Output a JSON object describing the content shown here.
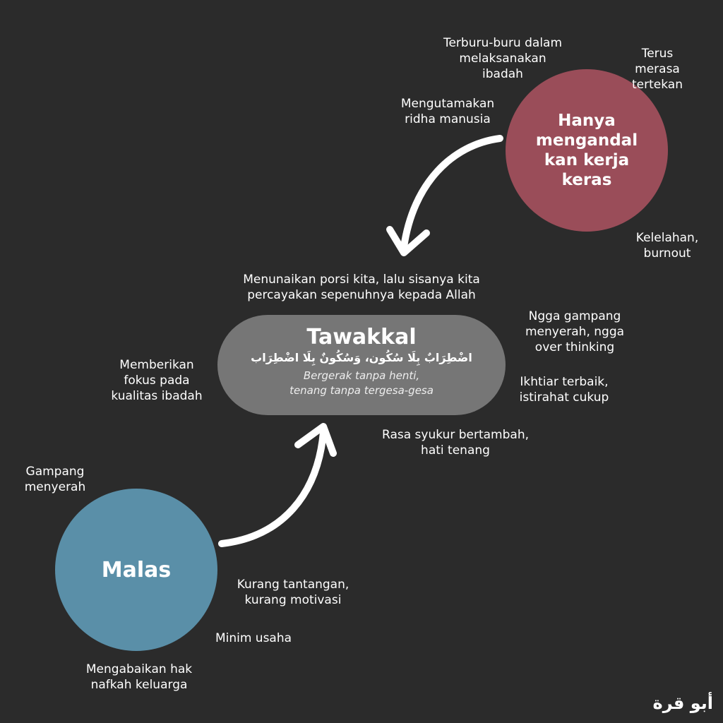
{
  "red_circle": {
    "label": "Hanya\nmengandal\nkan kerja\nkeras",
    "color": "#9a4d59"
  },
  "blue_circle": {
    "label": "Malas",
    "color": "#5a8fa8"
  },
  "center": {
    "title": "Tawakkal",
    "arabic": "اضْطِرَابٌ بِلَا سُكُون، وَسُكُونٌ بِلَا اضْطِرَاب",
    "subtitle": "Bergerak tanpa henti,\ntenang tanpa tergesa-gesa",
    "definition": "Menunaikan porsi kita, lalu sisanya kita\npercayakan sepenuhnya kepada Allah"
  },
  "red_labels": [
    "Terburu-buru dalam\nmelaksanakan\nibadah",
    "Terus merasa\ntertekan",
    "Mengutamakan\nridha manusia",
    "Kelelahan,\nburnout"
  ],
  "tawakkal_labels": [
    "Ngga gampang\nmenyerah, ngga\nover thinking",
    "Ikhtiar terbaik,\nistirahat cukup",
    "Memberikan\nfokus pada\nkualitas ibadah",
    "Rasa syukur bertambah,\nhati tenang"
  ],
  "blue_labels": [
    "Gampang\nmenyerah",
    "Kurang tantangan,\nkurang motivasi",
    "Minim usaha",
    "Mengabaikan hak\nnafkah keluarga"
  ],
  "signature": "أبو قرة"
}
